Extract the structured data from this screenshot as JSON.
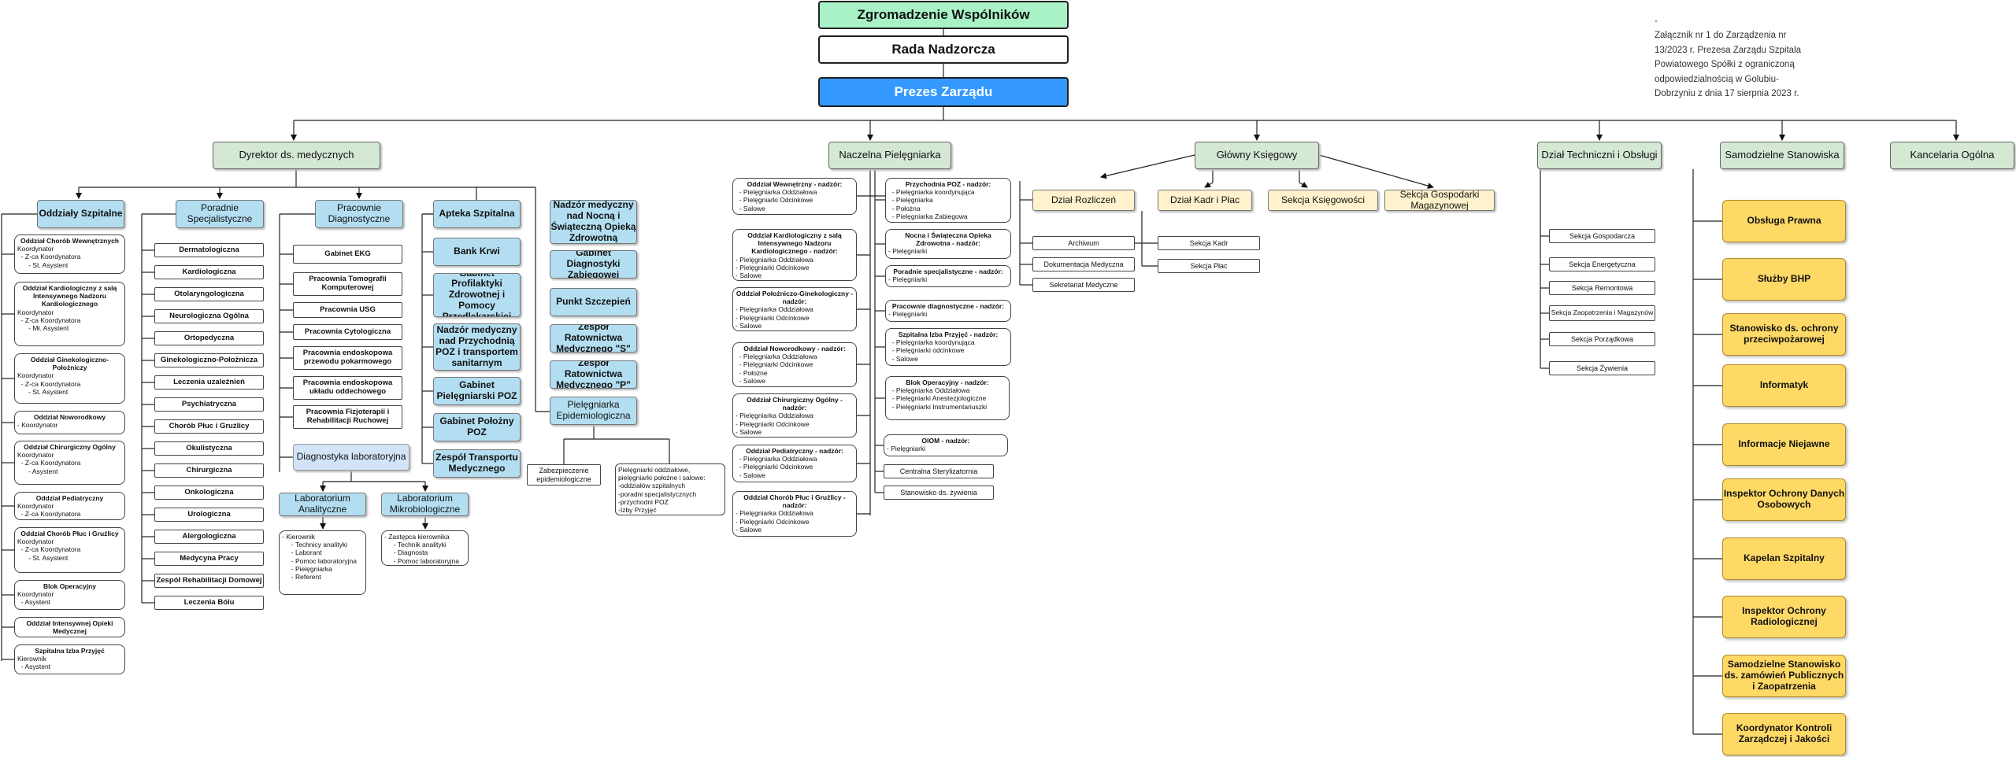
{
  "note": {
    "dot": "-",
    "lines": [
      "Załącznik nr 1 do Zarządzenia nr",
      "13/2023 r. Prezesa Zarządu Szpitala",
      "Powiatowego Spółki z ograniczoną",
      "odpowiedzialnością w Golubiu-",
      "Dobrzyniu z dnia 17 sierpnia 2023 r."
    ]
  },
  "top": {
    "assembly": "Zgromadzenie Wspólników",
    "board": "Rada Nadzorcza",
    "president": "Prezes Zarządu"
  },
  "level1": {
    "medical_director": "Dyrektor ds. medycznych",
    "head_nurse": "Naczelna Pielęgniarka",
    "chief_accountant": "Główny Księgowy",
    "technical": "Dział  Techniczni i Obsługi",
    "independent": "Samodzielne Stanowiska",
    "office": "Kancelaria Ogólna"
  },
  "md_heads": {
    "wards": "Oddziały Szpitalne",
    "clinics": "Poradnie Specjalistyczne",
    "labs": "Pracownie Diagnostyczne",
    "pharmacy": "Apteka Szpitalna",
    "blood": "Bank Krwi",
    "prevention": "Gabinet Profilaktyki Zdrowotnej i Pomocy Przedlekarskiej",
    "night_care": "Nadzór medyczny nad Nocną i Świąteczną Opieką Zdrowotną",
    "night_poz": "Nadzór medyczny nad Przychodnią POZ i transportem sanitarnym",
    "poz_nurse": "Gabinet Pielęgniarski POZ",
    "midwife": "Gabinet Położny POZ",
    "transport": "Zespół Transportu Medycznego",
    "treatment_room": "Gabinet Diagnostyki Zabiegowej",
    "vaccination": "Punkt Szczepień",
    "rescue_s": "Zespół Ratownictwa Medycznego \"S\"",
    "rescue_p": "Zespół Ratownictwa Medycznego \"P\"",
    "epidemiology": "Pielęgniarka Epidemiologiczna"
  },
  "wards": [
    {
      "title": "Oddział Chorób Wewnętrznych",
      "lines": [
        "Koordynator",
        "  - Z-ca Koordynatora",
        "      - St. Asystent"
      ]
    },
    {
      "title": "Oddział Kardiologiczny z salą Intensywnego Nadzoru Kardiologicznego",
      "lines": [
        "Koordynator",
        "  - Z-ca Koordynatora",
        "      - Mł. Asystent"
      ]
    },
    {
      "title": "Oddział Ginekologiczno-Położniczy",
      "lines": [
        "Koordynator",
        "  - Z-ca Koordynatora",
        "      - St. Asystent"
      ]
    },
    {
      "title": "Oddział Noworodkowy",
      "lines": [
        "- Koordynator"
      ]
    },
    {
      "title": "Oddział Chirurgiczny Ogólny",
      "lines": [
        "Koordynator",
        "  - Z-ca Koordynatora",
        "      - Asystent"
      ]
    },
    {
      "title": "Oddział Pediatryczny",
      "lines": [
        "Koordynator",
        "  - Z-ca Koordynatora"
      ]
    },
    {
      "title": "Oddział Chorób Płuc i Gruźlicy",
      "lines": [
        "Koordynator",
        "  - Z-ca Koordynatora",
        "      - St. Asystent"
      ]
    },
    {
      "title": "Blok Operacyjny",
      "lines": [
        "Koordynator",
        "  - Asystent"
      ]
    },
    {
      "title": "Oddział Intensywnej Opieki Medycznej",
      "lines": []
    },
    {
      "title": "Szpitalna Izba Przyjęć",
      "lines": [
        "Kierownik",
        "  - Asystent"
      ]
    }
  ],
  "clinics": [
    "Dermatologiczna",
    "Kardiologiczna",
    "Otolaryngologiczna",
    "Neurologiczna Ogólna",
    "Ortopedyczna",
    "Ginekologiczno-Położnicza",
    "Leczenia uzależnień",
    "Psychiatryczna",
    "Chorób Płuc i Gruźlicy",
    "Okulistyczna",
    "Chirurgiczna",
    "Onkologiczna",
    "Urologiczna",
    "Alergologiczna",
    "Medycyna Pracy",
    "Zespół Rehabilitacji Domowej",
    "Leczenia Bólu"
  ],
  "labs": [
    "Gabinet EKG",
    "Pracownia Tomografii Komputerowej",
    "Pracownia USG",
    "Pracownia Cytologiczna",
    "Pracownia endoskopowa przewodu pokarmowego",
    "Pracownia endoskopowa układu oddechowego",
    "Pracownia Fizjoterapii i Rehabilitacji Ruchowej"
  ],
  "lab_diag": {
    "title": "Diagnostyka laboratoryjna",
    "analytic": "Laboratorium Analityczne",
    "micro": "Laboratorium Mikrobiologiczne",
    "analytic_staff": [
      "- Kierownik",
      "     - Technicy analityki",
      "     - Laborant",
      "     - Pomoc laboratoryjna",
      "     - Pielęgniarka",
      "     - Referent"
    ],
    "micro_staff": [
      "- Zastępca kierownika",
      "     - Technik analityki",
      "     - Diagnosta",
      "     - Pomoc laboratoryjna"
    ]
  },
  "epidemiology_sub": {
    "protection": "Zabezpieczenie epidemiologiczne",
    "staff": [
      "Pielęgniarki oddziałowe,",
      "pielęgniarki położne i salowe:",
      "-oddziałów szpitalnych",
      "-poradni specjalistycznych",
      "-przychodni POZ",
      "-Izby Przyjęć"
    ]
  },
  "nursing_left": [
    {
      "title": "Oddział Wewnętrzny - nadzór:",
      "lines": [
        "  - Pielęgniarka Oddziałowa",
        "  - Pielęgniarki Odcinkowe",
        "  - Salowe"
      ]
    },
    {
      "title": "Oddział Kardiologiczny z salą Intensywnego Nadzoru Kardiologicznego - nadzór:",
      "lines": [
        "- Pielęgniarka Oddziałowa",
        "- Pielęgniarki Odcinkowe",
        "- Salowe"
      ]
    },
    {
      "title": "Oddział Położniczo-Ginekologiczny - nadzór:",
      "lines": [
        "- Pielęgniarka Oddziałowa",
        "- Pielęgniarki Odcinkowe",
        "- Salowe"
      ]
    },
    {
      "title": "Oddział Noworodkowy - nadzór:",
      "lines": [
        "  - Pielęgniarka Oddziałowa",
        "  - Pielęgniarki Odcinkowe",
        "  - Położne",
        "  - Salowe"
      ]
    },
    {
      "title": "Oddział Chirurgiczny Ogólny - nadzór:",
      "lines": [
        "- Pielęgniarka Oddziałowa",
        "- Pielęgniarki Odcinkowe",
        "- Salowe"
      ]
    },
    {
      "title": "Oddział Pediatryczny - nadzór:",
      "lines": [
        "  - Pielęgniarka Oddziałowa",
        "  - Pielęgniarki Odcinkowe",
        "  - Salowe"
      ]
    },
    {
      "title": "Oddział Chorób Płuc i Gruźlicy - nadzór:",
      "lines": [
        "- Pielęgniarka Oddziałowa",
        "- Pielęgniarki Odcinkowe",
        "- Salowe"
      ]
    }
  ],
  "nursing_right": [
    {
      "title": "Przychodnia POZ - nadzór:",
      "lines": [
        "  - Pielęgniarka koordynująca",
        "  - Pielęgniarka",
        "  - Położna",
        "  - Pielęgniarka Zabiegowa"
      ]
    },
    {
      "title": "Nocna i Świąteczna Opieka Zdrowotna - nadzór:",
      "lines": [
        "- Pielęgniarki"
      ]
    },
    {
      "title": "Poradnie specjalistyczne - nadzór:",
      "lines": [
        "- Pielęgniarki"
      ]
    },
    {
      "title": "Pracownie diagnostyczne - nadzór:",
      "lines": [
        "- Pielęgniarki"
      ]
    },
    {
      "title": "Szpitalna Izba Przyjęć - nadzór:",
      "lines": [
        "  - Pielęgniarka koordynująca",
        "  - Pielęgniarki odcinkowe",
        "  - Salowe"
      ]
    },
    {
      "title": "Blok Operacyjny - nadzór:",
      "lines": [
        "  - Pielęgniarka Oddziałowa",
        "  - Pielęgniarki Anestezjologiczne",
        "  - Pielęgniarki Instrumentariuszki"
      ]
    },
    {
      "title": "OIOM - nadzór:",
      "lines": [
        "- Pielęgniarki"
      ]
    }
  ],
  "nursing_extra": [
    "Centralna Sterylizatornia",
    "Stanowisko ds. żywienia"
  ],
  "accounting": {
    "settlements": "Dział Rozliczeń",
    "hr": "Dział Kadr i Płac",
    "accounting_section": "Sekcja Księgowości",
    "warehouse": "Sekcja Gospodarki Magazynowej",
    "settlement_units": [
      "Archiwum",
      "Dokumentacja  Medyczna",
      "Sekretariat Medyczne"
    ],
    "hr_units": [
      "Sekcja  Kadr",
      "Sekcja Płac"
    ]
  },
  "technical_units": [
    "Sekcja Gospodarcza",
    "Sekcja Energetyczna",
    "Sekcja Remontowa",
    "Sekcja Zaopatrzenia i Magazynów",
    "Sekcja Porządkowa",
    "Sekcja Żywienia"
  ],
  "independent_posts": [
    "Obsługa Prawna",
    "Służby BHP",
    "Stanowisko ds. ochrony przeciwpożarowej",
    "Informatyk",
    "Informacje Niejawne",
    "Inspektor Ochrony Danych Osobowych",
    "Kapelan Szpitalny",
    "Inspektor Ochrony Radiologicznej",
    "Samodzielne Stanowisko ds. zamówień Publicznych i Zaopatrzenia",
    "Koordynator Kontroli Zarządczej i Jakości"
  ]
}
